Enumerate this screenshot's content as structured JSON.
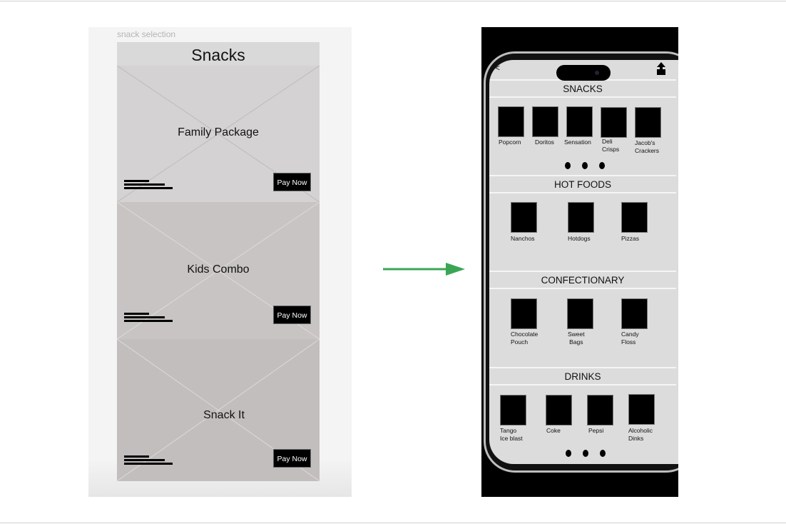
{
  "wireframe": {
    "frame_label": "snack selection",
    "title": "Snacks",
    "cards": [
      {
        "title": "Family Package",
        "button": "Pay Now"
      },
      {
        "title": "Kids Combo",
        "button": "Pay Now"
      },
      {
        "title": "Snack It",
        "button": "Pay Now"
      }
    ]
  },
  "arrow_color": "#3aa655",
  "phone": {
    "back": "<",
    "sections": [
      {
        "title": "SNACKS",
        "items": [
          "Popcorn",
          "Doritos",
          "Sensation",
          "Deli\nCrisps",
          "Jacob's\nCrackers"
        ]
      },
      {
        "title": "HOT FOODS",
        "items": [
          "Nanchos",
          "Hotdogs",
          "Pizzas"
        ]
      },
      {
        "title": "CONFECTIONARY",
        "items": [
          "Chocolate\nPouch",
          "Sweet\nBags",
          "Candy\nFloss"
        ]
      },
      {
        "title": "DRINKS",
        "items": [
          "Tango\nIce blast",
          "Coke",
          "Pepsi",
          "Alcoholic\nDinks"
        ]
      }
    ]
  }
}
